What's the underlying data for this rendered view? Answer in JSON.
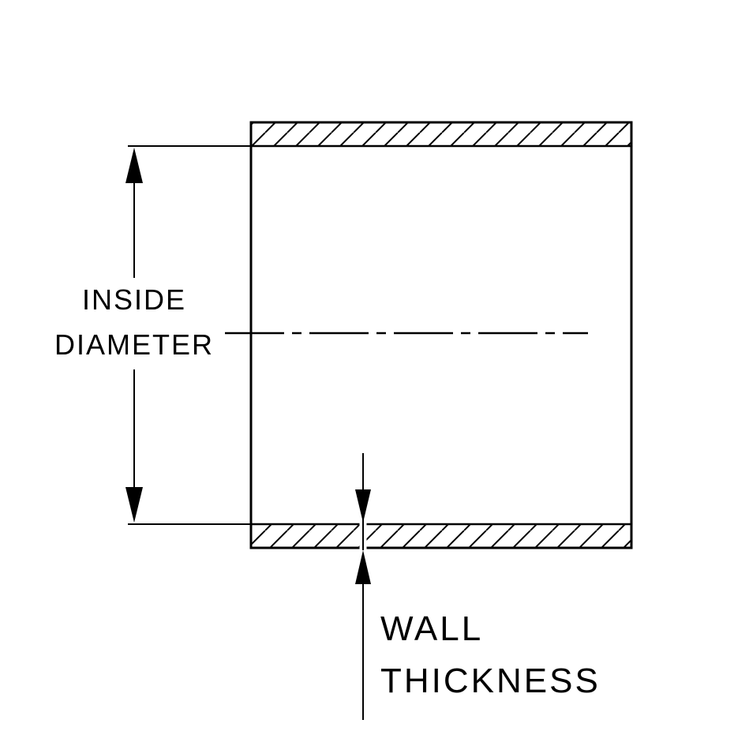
{
  "diagram": {
    "type": "technical-drawing-tube-cross-section",
    "labels": {
      "inside_diameter": {
        "line1": "INSIDE",
        "line2": "DIAMETER"
      },
      "wall_thickness": {
        "line1": "WALL",
        "line2": "THICKNESS"
      }
    },
    "colors": {
      "line": "#000000",
      "background": "#ffffff"
    }
  }
}
